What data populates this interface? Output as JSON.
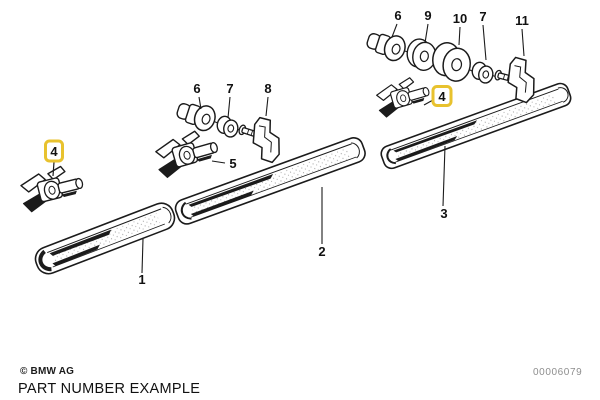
{
  "page": {
    "background": "#ffffff",
    "footer": {
      "copyright": "© BMW AG",
      "caption": "PART NUMBER EXAMPLE",
      "doc_number": "00006079"
    }
  },
  "colors": {
    "ink": "#1b1b1b",
    "highlight_border": "#e8c22e",
    "doc_number_gray": "#8e8e8e"
  },
  "diagram": {
    "type": "exploded-parts-diagram",
    "subject": "body side moulding strips with mounting clips and fasteners",
    "callouts": [
      {
        "label": "1",
        "highlighted": false,
        "target": "front moulding strip"
      },
      {
        "label": "2",
        "highlighted": false,
        "target": "centre moulding strip"
      },
      {
        "label": "3",
        "highlighted": false,
        "target": "rear moulding strip"
      },
      {
        "label": "4",
        "highlighted": true,
        "target": "mounting clip left"
      },
      {
        "label": "4",
        "highlighted": true,
        "target": "mounting clip right"
      },
      {
        "label": "5",
        "highlighted": false,
        "target": "mounting clip centre"
      },
      {
        "label": "6",
        "highlighted": false,
        "target": "plug centre group"
      },
      {
        "label": "7",
        "highlighted": false,
        "target": "nut centre group"
      },
      {
        "label": "8",
        "highlighted": false,
        "target": "bracket centre group"
      },
      {
        "label": "6",
        "highlighted": false,
        "target": "plug right group"
      },
      {
        "label": "9",
        "highlighted": false,
        "target": "washer right group"
      },
      {
        "label": "10",
        "highlighted": false,
        "target": "spacer right group"
      },
      {
        "label": "7",
        "highlighted": false,
        "target": "nut right group"
      },
      {
        "label": "11",
        "highlighted": false,
        "target": "bracket right group"
      }
    ]
  }
}
